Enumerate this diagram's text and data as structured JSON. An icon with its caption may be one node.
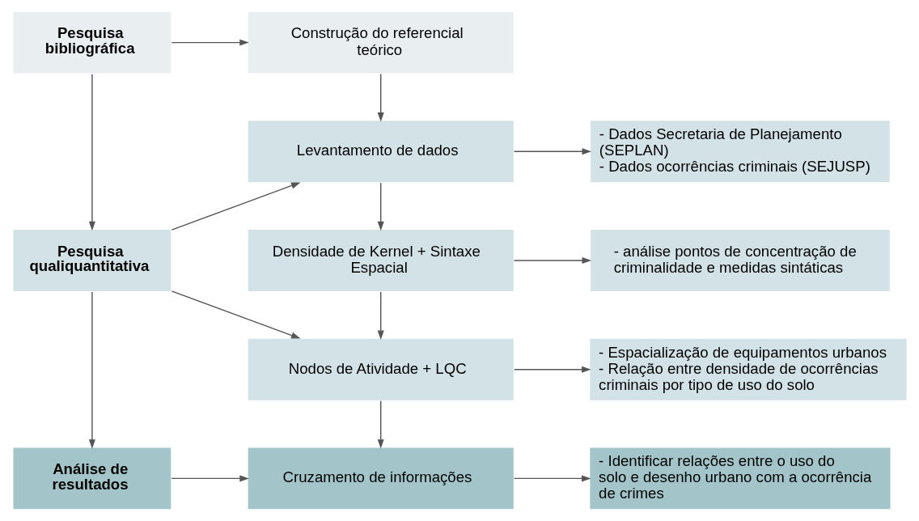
{
  "diagram": {
    "nodes": [
      {
        "text": [
          "Pesquisa bibliográfica"
        ]
      },
      {
        "text": [
          "Construção do referencial teórico"
        ]
      },
      {
        "text": [
          "Levantamento de dados"
        ]
      },
      {
        "text": [
          "- Dados Secretaria de Planejamento (SEPLAN)",
          "- Dados ocorrências criminais (SEJUSP)"
        ]
      },
      {
        "text": [
          "Pesquisa qualiquantitativa"
        ]
      },
      {
        "text": [
          "Densidade de Kernel + Sintaxe Espacial"
        ]
      },
      {
        "text": [
          "- análise pontos de concentração de criminalidade e medidas sintáticas"
        ]
      },
      {
        "text": [
          "Nodos de Atividade + LQC"
        ]
      },
      {
        "text": [
          "- Espacialização de equipamentos urbanos",
          "- Relação entre densidade de ocorrências criminais por tipo de uso do solo"
        ]
      },
      {
        "text": [
          "Análise de resultados"
        ]
      },
      {
        "text": [
          "Cruzamento de informações"
        ]
      },
      {
        "text": [
          "- Identificar relações entre o uso do solo e desenho urbano com a ocorrência de crimes"
        ]
      }
    ],
    "edges": [
      {
        "from": 0,
        "to": 1,
        "arrow": "to"
      },
      {
        "from": 1,
        "to": 2,
        "arrow": "to"
      },
      {
        "from": 2,
        "to": 3,
        "arrow": "to"
      },
      {
        "from": 2,
        "to": 5,
        "arrow": "to"
      },
      {
        "from": 5,
        "to": 6,
        "arrow": "to"
      },
      {
        "from": 5,
        "to": 7,
        "arrow": "to"
      },
      {
        "from": 7,
        "to": 8,
        "arrow": "to"
      },
      {
        "from": 7,
        "to": 10,
        "arrow": "to"
      },
      {
        "from": 10,
        "to": 11,
        "arrow": "to"
      },
      {
        "from": 0,
        "to": 4,
        "arrow": "to"
      },
      {
        "from": 4,
        "to": 9,
        "arrow": "to"
      },
      {
        "from": 9,
        "to": 10,
        "arrow": "to"
      },
      {
        "from": 4,
        "to": 2,
        "arrow": "to"
      },
      {
        "from": 4,
        "to": 7,
        "arrow": "to"
      }
    ]
  }
}
